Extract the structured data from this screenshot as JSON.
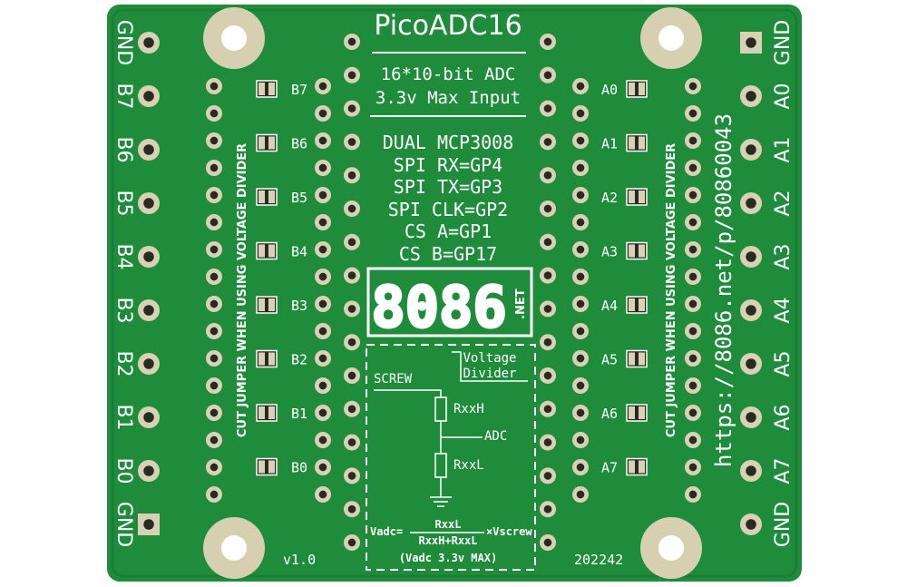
{
  "board": {
    "title": "PicoADC16",
    "specs": [
      "16*10-bit ADC",
      "3.3v Max Input"
    ],
    "chip_info": [
      "DUAL MCP3008",
      "SPI RX=GP4",
      "SPI TX=GP3",
      "SPI CLK=GP2",
      "CS A=GP1",
      "CS B=GP17"
    ],
    "logo_digits": "8086",
    "logo_suffix": ".NET",
    "version": "v1.0",
    "date_code": "202242",
    "url": "https://8086.net/p/80860043",
    "jumper_note": "CUT JUMPER WHEN USING VOLTAGE DIVIDER"
  },
  "left_header": {
    "labels": [
      "GND",
      "B7",
      "B6",
      "B5",
      "B4",
      "B3",
      "B2",
      "B1",
      "B0",
      "GND"
    ]
  },
  "right_header": {
    "labels": [
      "GND",
      "A0",
      "A1",
      "A2",
      "A3",
      "A4",
      "A5",
      "A6",
      "A7",
      "GND"
    ]
  },
  "left_jumpers": [
    "B7",
    "B6",
    "B5",
    "B4",
    "B3",
    "B2",
    "B1",
    "B0"
  ],
  "right_jumpers": [
    "A0",
    "A1",
    "A2",
    "A3",
    "A4",
    "A5",
    "A6",
    "A7"
  ],
  "schematic": {
    "title_line1": "Voltage",
    "title_line2": "Divider",
    "screw": "SCREW",
    "r_high": "RxxH",
    "adc": "ADC",
    "r_low": "RxxL",
    "formula_left": "Vadc=",
    "numerator": "RxxL",
    "denominator": "RxxH+RxxL",
    "formula_right": "×Vscrew",
    "note": "(Vadc 3.3v MAX)"
  },
  "colors": {
    "board": "#1f8c3c",
    "board_dark": "#187a32",
    "pad": "#d8d2b4",
    "pad_dark": "#2a2a22",
    "silk": "#ffffff",
    "hole": "#ffffff"
  }
}
